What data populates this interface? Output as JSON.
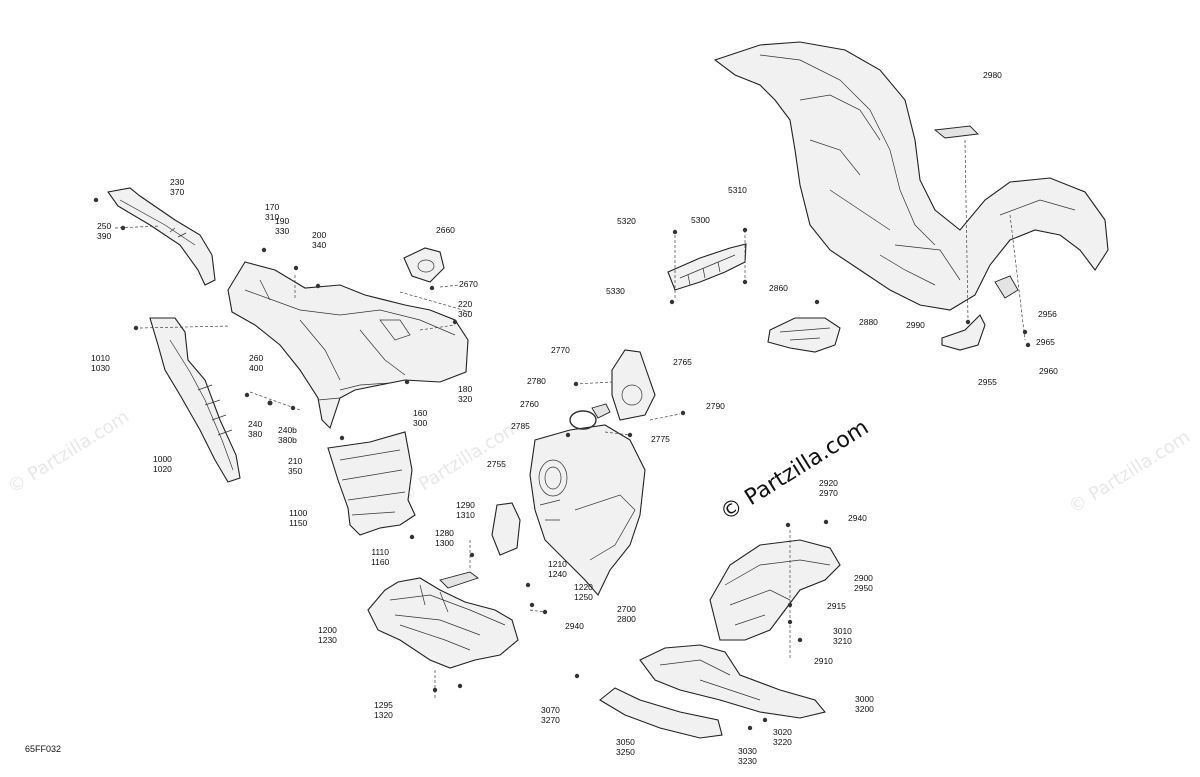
{
  "diagram_code": "65FF032",
  "watermark_main": "© Partzilla.com",
  "watermark_faint": "© Partzilla.com",
  "callouts": {
    "c230": "230\n370",
    "c250": "250\n390",
    "c170": "170\n310",
    "c190": "190\n330",
    "c200": "200\n340",
    "c2660": "2660",
    "c2670": "2670",
    "c220": "220\n360",
    "c1010": "1010\n1030",
    "c260": "260\n400",
    "c240": "240\n380",
    "c240b": "240b\n380b",
    "c180": "180\n320",
    "c160": "160\n300",
    "c210": "210\n350",
    "c1000": "1000\n1020",
    "c1100": "1100\n1150",
    "c1110": "1110\n1160",
    "c1290": "1290\n1310",
    "c1280": "1280\n1300",
    "c1200": "1200\n1230",
    "c1295": "1295\n1320",
    "c2770": "2770",
    "c2780": "2780",
    "c2760": "2760",
    "c2785": "2785",
    "c2765": "2765",
    "c2790": "2790",
    "c2775": "2775",
    "c2755": "2755",
    "c1210": "1210\n1240",
    "c1220": "1220\n1250",
    "c2940a": "2940",
    "c2700": "2700\n2800",
    "c5320": "5320",
    "c5300": "5300",
    "c5310": "5310",
    "c5330": "5330",
    "c2860": "2860",
    "c2880": "2880",
    "c2980": "2980",
    "c2990": "2990",
    "c2956": "2956",
    "c2965": "2965",
    "c2955": "2955",
    "c2960": "2960",
    "c2920": "2920\n2970",
    "c2940b": "2940",
    "c2900": "2900\n2950",
    "c2915": "2915",
    "c3010": "3010\n3210",
    "c2910": "2910",
    "c3070": "3070\n3270",
    "c3000": "3000\n3200",
    "c3020": "3020\n3220",
    "c3050": "3050\n3250",
    "c3030": "3030\n3230"
  }
}
